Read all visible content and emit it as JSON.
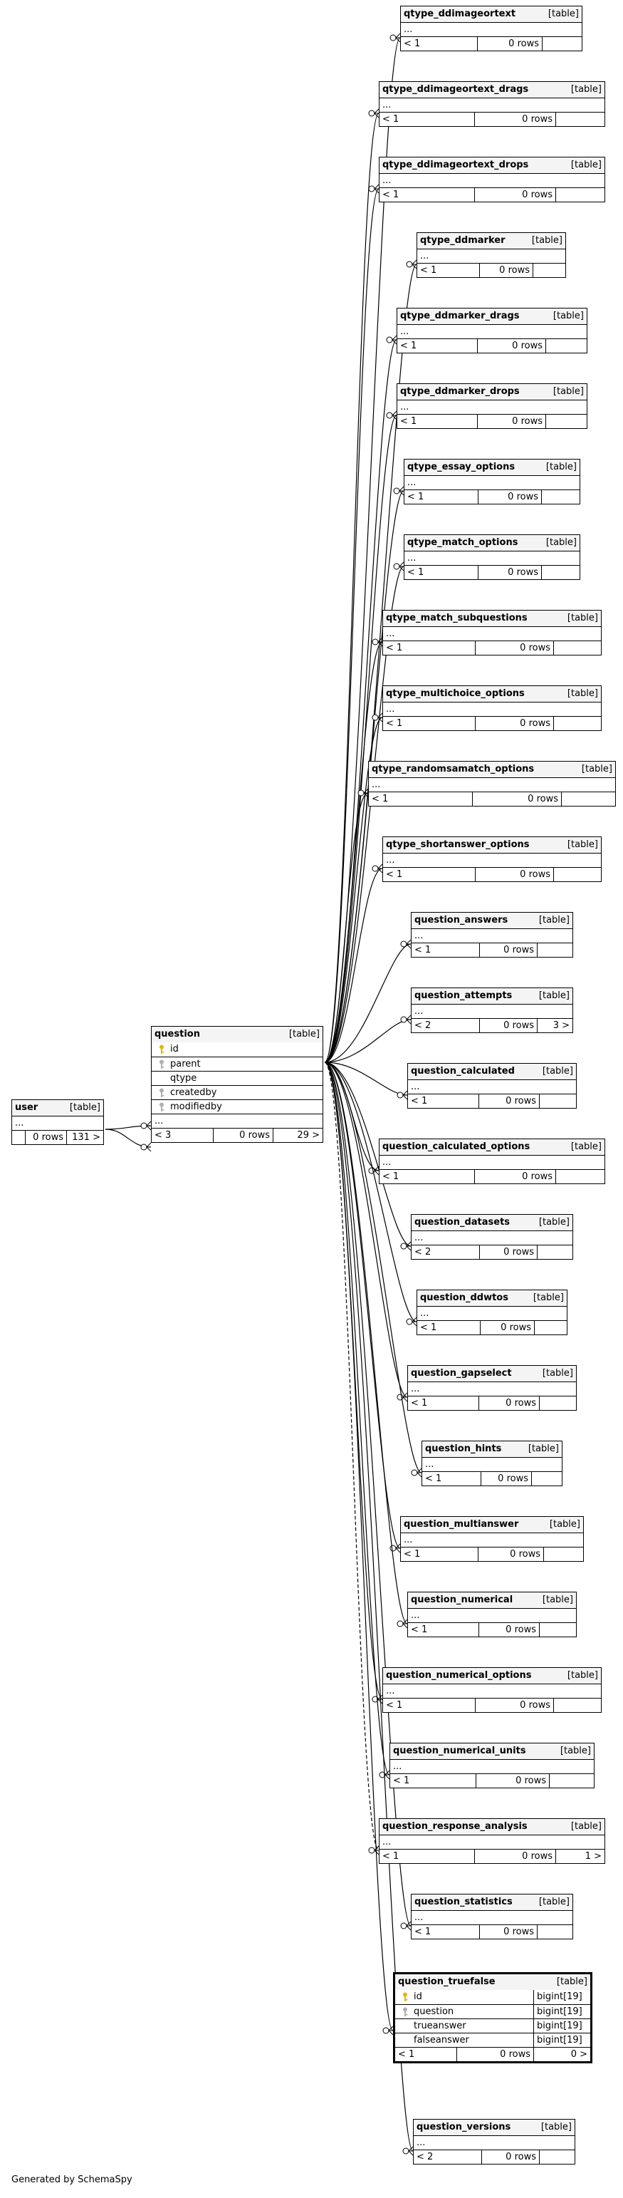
{
  "footer": "Generated by SchemaSpy",
  "tables": {
    "user": {
      "name": "user",
      "kind": "[table]",
      "dots": "...",
      "parents": "",
      "rows": "0 rows",
      "children": "131 >"
    },
    "question": {
      "name": "question",
      "kind": "[table]",
      "columns": [
        {
          "name": "id",
          "key": "primary"
        },
        {
          "name": "parent",
          "key": "foreign"
        },
        {
          "name": "qtype",
          "key": ""
        },
        {
          "name": "createdby",
          "key": "foreign"
        },
        {
          "name": "modifiedby",
          "key": "foreign"
        }
      ],
      "dots": "...",
      "parents": "< 3",
      "rows": "0 rows",
      "children": "29 >"
    },
    "question_truefalse": {
      "name": "question_truefalse",
      "kind": "[table]",
      "columns": [
        {
          "name": "id",
          "type": "bigint[19]",
          "key": "primary"
        },
        {
          "name": "question",
          "type": "bigint[19]",
          "key": "foreign"
        },
        {
          "name": "trueanswer",
          "type": "bigint[19]",
          "key": ""
        },
        {
          "name": "falseanswer",
          "type": "bigint[19]",
          "key": ""
        }
      ],
      "parents": "< 1",
      "rows": "0 rows",
      "children": "0 >"
    },
    "children": [
      {
        "name": "qtype_ddimageortext",
        "kind": "[table]",
        "dots": "...",
        "parents": "< 1",
        "rows": "0 rows",
        "children": ""
      },
      {
        "name": "qtype_ddimageortext_drags",
        "kind": "[table]",
        "dots": "...",
        "parents": "< 1",
        "rows": "0 rows",
        "children": ""
      },
      {
        "name": "qtype_ddimageortext_drops",
        "kind": "[table]",
        "dots": "...",
        "parents": "< 1",
        "rows": "0 rows",
        "children": ""
      },
      {
        "name": "qtype_ddmarker",
        "kind": "[table]",
        "dots": "...",
        "parents": "< 1",
        "rows": "0 rows",
        "children": ""
      },
      {
        "name": "qtype_ddmarker_drags",
        "kind": "[table]",
        "dots": "...",
        "parents": "< 1",
        "rows": "0 rows",
        "children": ""
      },
      {
        "name": "qtype_ddmarker_drops",
        "kind": "[table]",
        "dots": "...",
        "parents": "< 1",
        "rows": "0 rows",
        "children": ""
      },
      {
        "name": "qtype_essay_options",
        "kind": "[table]",
        "dots": "...",
        "parents": "< 1",
        "rows": "0 rows",
        "children": ""
      },
      {
        "name": "qtype_match_options",
        "kind": "[table]",
        "dots": "...",
        "parents": "< 1",
        "rows": "0 rows",
        "children": ""
      },
      {
        "name": "qtype_match_subquestions",
        "kind": "[table]",
        "dots": "...",
        "parents": "< 1",
        "rows": "0 rows",
        "children": ""
      },
      {
        "name": "qtype_multichoice_options",
        "kind": "[table]",
        "dots": "...",
        "parents": "< 1",
        "rows": "0 rows",
        "children": ""
      },
      {
        "name": "qtype_randomsamatch_options",
        "kind": "[table]",
        "dots": "...",
        "parents": "< 1",
        "rows": "0 rows",
        "children": ""
      },
      {
        "name": "qtype_shortanswer_options",
        "kind": "[table]",
        "dots": "...",
        "parents": "< 1",
        "rows": "0 rows",
        "children": ""
      },
      {
        "name": "question_answers",
        "kind": "[table]",
        "dots": "...",
        "parents": "< 1",
        "rows": "0 rows",
        "children": ""
      },
      {
        "name": "question_attempts",
        "kind": "[table]",
        "dots": "...",
        "parents": "< 2",
        "rows": "0 rows",
        "children": "3 >"
      },
      {
        "name": "question_calculated",
        "kind": "[table]",
        "dots": "...",
        "parents": "< 1",
        "rows": "0 rows",
        "children": ""
      },
      {
        "name": "question_calculated_options",
        "kind": "[table]",
        "dots": "...",
        "parents": "< 1",
        "rows": "0 rows",
        "children": ""
      },
      {
        "name": "question_datasets",
        "kind": "[table]",
        "dots": "...",
        "parents": "< 2",
        "rows": "0 rows",
        "children": ""
      },
      {
        "name": "question_ddwtos",
        "kind": "[table]",
        "dots": "...",
        "parents": "< 1",
        "rows": "0 rows",
        "children": ""
      },
      {
        "name": "question_gapselect",
        "kind": "[table]",
        "dots": "...",
        "parents": "< 1",
        "rows": "0 rows",
        "children": ""
      },
      {
        "name": "question_hints",
        "kind": "[table]",
        "dots": "...",
        "parents": "< 1",
        "rows": "0 rows",
        "children": ""
      },
      {
        "name": "question_multianswer",
        "kind": "[table]",
        "dots": "...",
        "parents": "< 1",
        "rows": "0 rows",
        "children": ""
      },
      {
        "name": "question_numerical",
        "kind": "[table]",
        "dots": "...",
        "parents": "< 1",
        "rows": "0 rows",
        "children": ""
      },
      {
        "name": "question_numerical_options",
        "kind": "[table]",
        "dots": "...",
        "parents": "< 1",
        "rows": "0 rows",
        "children": ""
      },
      {
        "name": "question_numerical_units",
        "kind": "[table]",
        "dots": "...",
        "parents": "< 1",
        "rows": "0 rows",
        "children": ""
      },
      {
        "name": "question_response_analysis",
        "kind": "[table]",
        "dots": "...",
        "parents": "< 1",
        "rows": "0 rows",
        "children": "1 >"
      },
      {
        "name": "question_statistics",
        "kind": "[table]",
        "dots": "...",
        "parents": "< 1",
        "rows": "0 rows",
        "children": ""
      },
      {
        "name": "question_versions",
        "kind": "[table]",
        "dots": "...",
        "parents": "< 2",
        "rows": "0 rows",
        "children": ""
      }
    ]
  }
}
